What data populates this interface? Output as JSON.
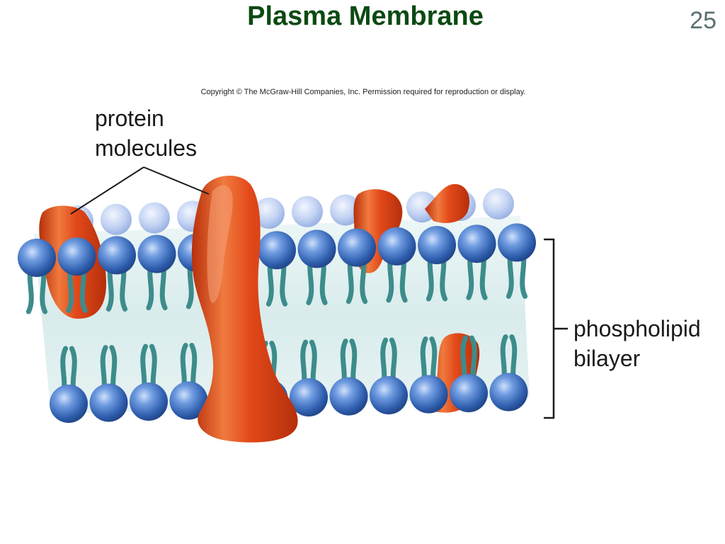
{
  "slide": {
    "title": "Plasma Membrane",
    "number": "25",
    "copyright": "Copyright © The McGraw-Hill Companies, Inc. Permission required for reproduction or display."
  },
  "labels": {
    "protein_molecules": [
      "protein",
      "molecules"
    ],
    "phospholipid_bilayer": [
      "phospholipid",
      "bilayer"
    ]
  },
  "colors": {
    "title": "#0b4a12",
    "slide_number": "#5a6e72",
    "phospholipid_head": "#3f74c9",
    "phospholipid_tail": "#3d8c8c",
    "protein": "#e2491a",
    "bilayer_fill": "#d9ecec"
  }
}
